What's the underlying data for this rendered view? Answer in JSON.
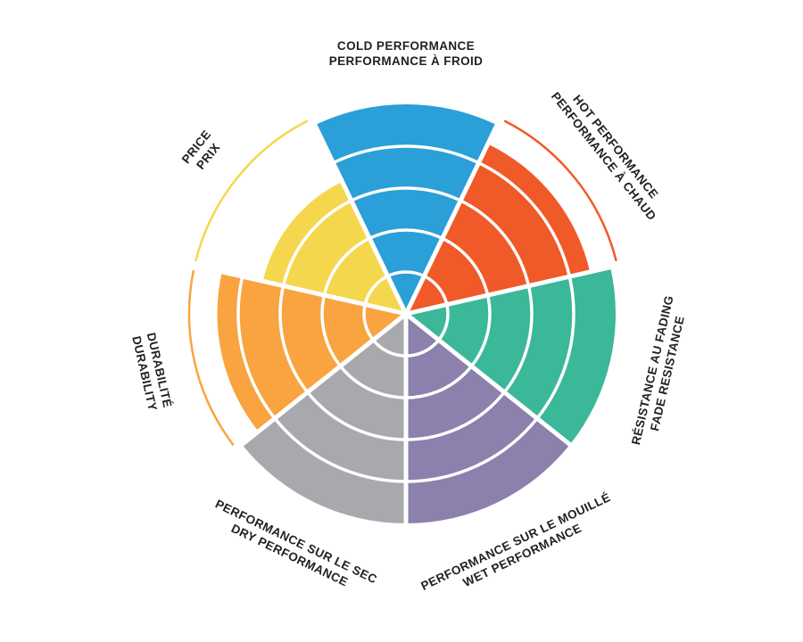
{
  "chart_data": {
    "type": "polar-wheel",
    "max_value": 5,
    "levels": 5,
    "grid": "concentric-rings",
    "legend_position": "around-perimeter",
    "ring_color": "#ffffff",
    "text_color": "#231F20",
    "categories": [
      {
        "id": "cold",
        "label_line1": "COLD PERFORMANCE",
        "label_line2": "PERFORMANCE À FROID",
        "value": 5,
        "color": "#2B9FD8"
      },
      {
        "id": "hot",
        "label_line1": "HOT PERFORMANCE",
        "label_line2": "PERFORMANCE À CHAUD",
        "value": 4.5,
        "color": "#F05A28"
      },
      {
        "id": "fade",
        "label_line1": "RÉSISTANCE AU FADING",
        "label_line2": "FADE RESISTANCE",
        "value": 5,
        "color": "#3BB79A"
      },
      {
        "id": "wet",
        "label_line1": "PERFORMANCE SUR LE MOUILLÉ",
        "label_line2": "WET PERFORMANCE",
        "value": 5,
        "color": "#8C80AC"
      },
      {
        "id": "dry",
        "label_line1": "PERFORMANCE SUR LE SEC",
        "label_line2": "DRY PERFORMANCE",
        "value": 5,
        "color": "#A7A9AC"
      },
      {
        "id": "durability",
        "label_line1": "DURABILITÉ",
        "label_line2": "DURABILITY",
        "value": 4.5,
        "color": "#F9A440"
      },
      {
        "id": "price",
        "label_line1": "PRICE",
        "label_line2": "PRIX",
        "value": 3.5,
        "color": "#F5D74E"
      }
    ]
  }
}
